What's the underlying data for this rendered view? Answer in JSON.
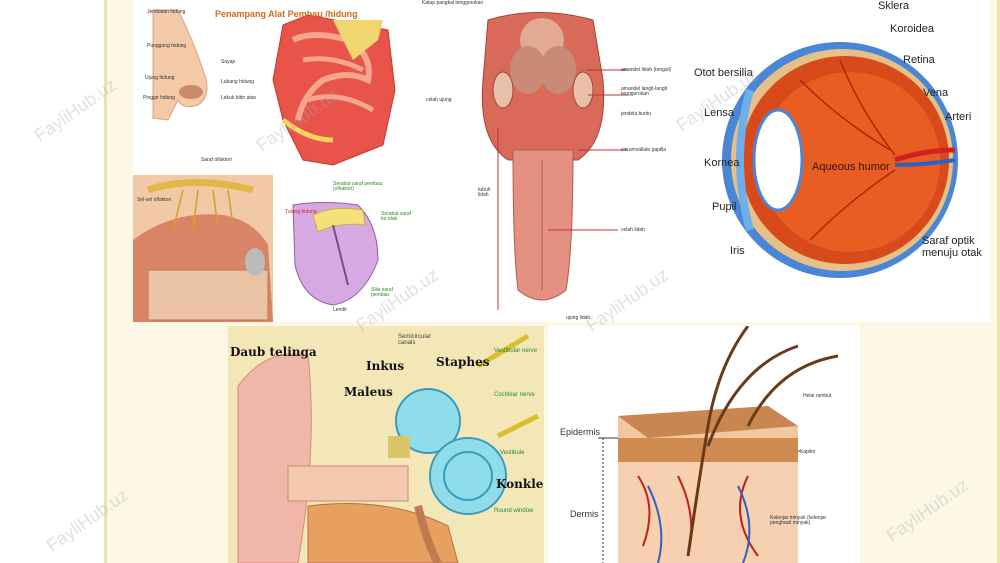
{
  "nose": {
    "title": "Penampang Alat Pembau /hidung",
    "profile_labels": [
      "Jembatan hidung",
      "Punggung hidung",
      "Ujung hidung",
      "Pinggir hidung",
      "Sayap",
      "Lubang hidung",
      "Lekuk bibir atas"
    ],
    "olfactory_nerve": "Saraf olfaktori",
    "olfactory_cells": "Sel-sel olfaktori",
    "nerve_endings": "Serabut saraf pembau (olfaktori)",
    "nasal_bone": "Tulang hidung",
    "brain_fiber": "Serabut saraf ke otak",
    "cilia": "Silia saraf pembau",
    "mucus": "Lendir"
  },
  "tongue": {
    "top_label": "Katup pangkal tenggorokan",
    "labels_right": [
      "amandel lidah (tongsil)",
      "amandel langit-langit tenggorokan",
      "jendela buntu",
      "circumvallate papilla",
      "celah lidah",
      "ujung lidah"
    ],
    "labels_left": [
      "celah ujung",
      "tubuh lidah"
    ]
  },
  "eye": {
    "labels_left": [
      "Otot bersilia",
      "Lensa",
      "Kornea",
      "Pupil",
      "Iris"
    ],
    "labels_right": [
      "Sklera",
      "Koroidea",
      "Retina",
      "Vena",
      "Arteri",
      "Saraf optik menuju otak"
    ],
    "center": "Aqueous humor"
  },
  "ear": {
    "daub": "Daub telinga",
    "inkus": "Inkus",
    "maleus": "Maleus",
    "semicircular": "Semicircular canals",
    "staphes": "Staphes",
    "vestibular_nerve": "Vestibular nerve",
    "cochlear_nerve": "Cochlear nerve",
    "vestibule": "Vestibule",
    "konklea": "Konklea",
    "round_window": "Round window"
  },
  "skin": {
    "epidermis": "Epidermis",
    "dermis": "Dermis",
    "hair": "Helai rambut",
    "capillary": "Kapiler",
    "oil_gland": "Kelenjar minyak (kelenjar penghasil minyak)"
  },
  "watermark": "FayliHub.uz",
  "colors": {
    "frame": "#fdf8e6",
    "border": "#efe4a8",
    "tissue": "#e8534a",
    "bone": "#e8b860"
  }
}
